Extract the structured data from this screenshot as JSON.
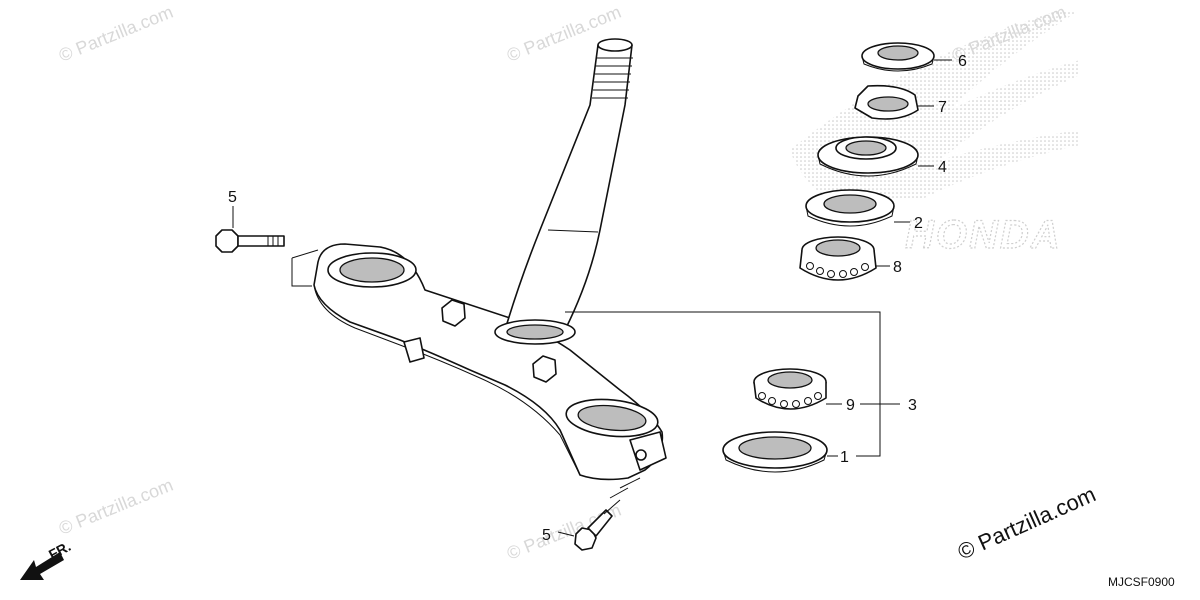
{
  "watermark_text": "© Partzilla.com",
  "credit_text": "© Partzilla.com",
  "diagram_code": "MJCSF0900",
  "front_marker": "FR.",
  "brand_watermark": "HONDA",
  "callouts": [
    {
      "id": "label-6",
      "text": "6"
    },
    {
      "id": "label-7",
      "text": "7"
    },
    {
      "id": "label-4",
      "text": "4"
    },
    {
      "id": "label-2",
      "text": "2"
    },
    {
      "id": "label-8",
      "text": "8"
    },
    {
      "id": "label-9",
      "text": "9"
    },
    {
      "id": "label-3",
      "text": "3"
    },
    {
      "id": "label-1",
      "text": "1"
    },
    {
      "id": "label-5a",
      "text": "5"
    },
    {
      "id": "label-5b",
      "text": "5"
    }
  ]
}
